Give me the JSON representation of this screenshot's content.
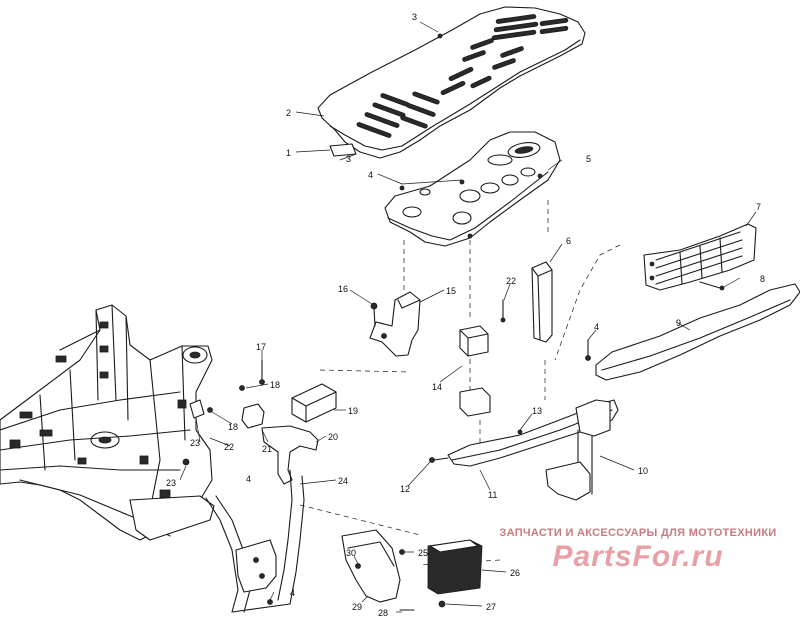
{
  "watermark": {
    "tagline": "ЗАПЧАСТИ И АКСЕССУАРЫ ДЛЯ МОТОТЕХНИКИ",
    "logo_text": "PartsFor.ru",
    "colors": {
      "accent": "#e8a0a6",
      "tagline": "#c77a82"
    }
  },
  "callouts": {
    "c1": "1",
    "c2": "2",
    "c3a": "3",
    "c3b": "3",
    "c4a": "4",
    "c4b": "4",
    "c4c": "4",
    "c4d": "4",
    "c5": "5",
    "c6": "6",
    "c7": "7",
    "c8": "8",
    "c9": "9",
    "c10": "10",
    "c11": "11",
    "c12": "12",
    "c13": "13",
    "c14": "14",
    "c15": "15",
    "c16": "16",
    "c17": "17",
    "c18a": "18",
    "c18b": "18",
    "c19": "19",
    "c20": "20",
    "c21": "21",
    "c22a": "22",
    "c22b": "22",
    "c23a": "23",
    "c23b": "23",
    "c24": "24",
    "c25": "25",
    "c26": "26",
    "c27": "27",
    "c28": "28",
    "c29": "29",
    "c30": "30"
  }
}
